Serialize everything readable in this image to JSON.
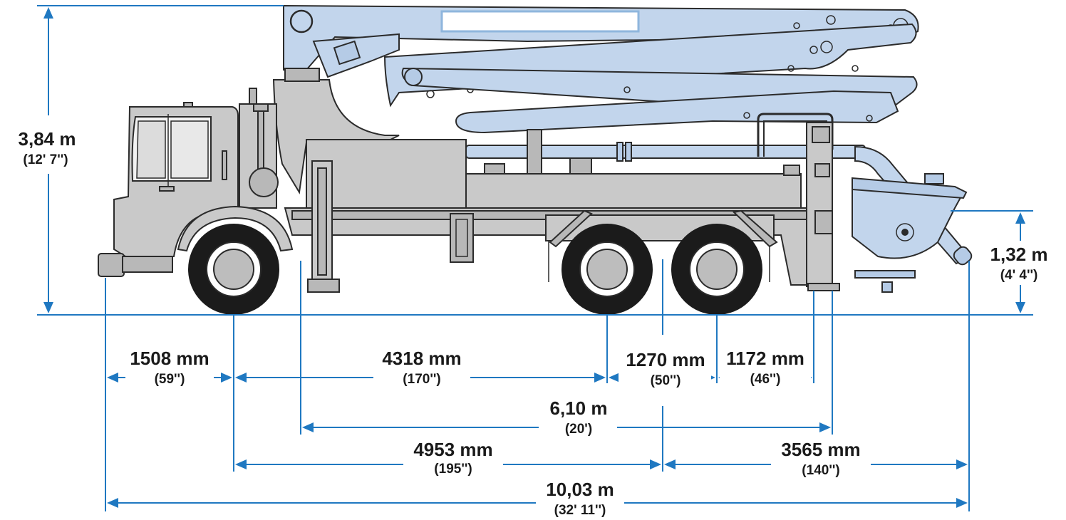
{
  "dimensions": {
    "height_total": {
      "main": "3,84 m",
      "sub": "(12' 7'')"
    },
    "hopper_height": {
      "main": "1,32 m",
      "sub": "(4' 4'')"
    },
    "front_overhang": {
      "main": "1508 mm",
      "sub": "(59'')"
    },
    "front_axle_to_rear": {
      "main": "4318 mm",
      "sub": "(170'')"
    },
    "tandem_spacing": {
      "main": "1270 mm",
      "sub": "(50'')"
    },
    "rear_axle_to_outrigger": {
      "main": "1172 mm",
      "sub": "(46'')"
    },
    "outrigger_span": {
      "main": "6,10 m",
      "sub": "(20')"
    },
    "wheelbase": {
      "main": "4953 mm",
      "sub": "(195'')"
    },
    "rear_overhang": {
      "main": "3565 mm",
      "sub": "(140'')"
    },
    "overall_length": {
      "main": "10,03 m",
      "sub": "(32' 11'')"
    }
  },
  "colors": {
    "dimension_line": "#1f78c1",
    "boom": "#c2d5ec",
    "chassis": "#c9c9c9",
    "outline": "#2b2b2b"
  }
}
